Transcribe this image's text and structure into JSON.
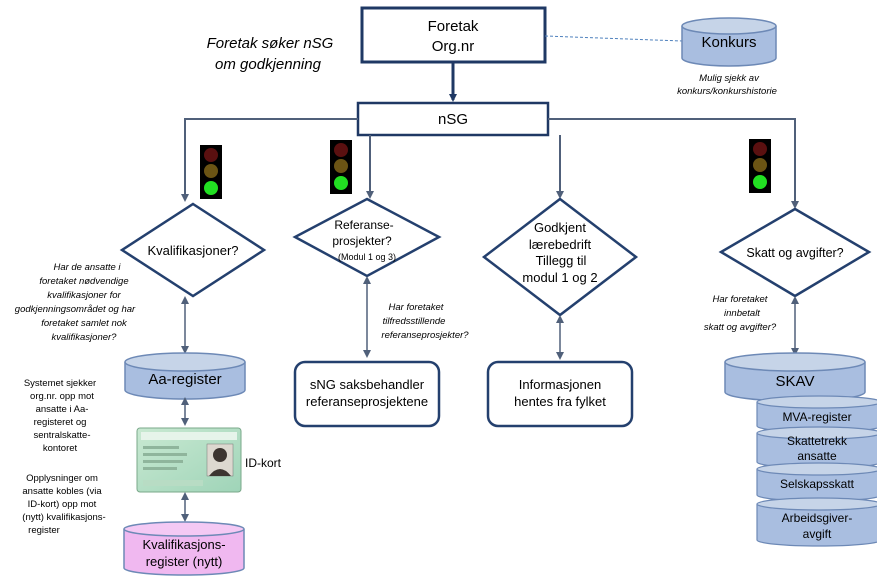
{
  "header": {
    "request_line1": "Foretak søker nSG",
    "request_line2": "om godkjenning",
    "foretak_line1": "Foretak",
    "foretak_line2": "Org.nr",
    "nsg": "nSG",
    "konkurs": "Konkurs",
    "konkurs_note_line1": "Mulig sjekk av",
    "konkurs_note_line2": "konkurs/konkurshistorie"
  },
  "col1": {
    "diamond": "Kvalifikasjoner?",
    "question": [
      "Har de ansatte i",
      "foretaket nødvendige",
      "kvalifikasjoner for",
      "godkjenningsområdet og har",
      "foretaket samlet nok",
      "kvalifikasjoner?"
    ],
    "register": "Aa-register",
    "system_note": [
      "Systemet sjekker",
      "org.nr. opp mot",
      "ansatte i Aa-",
      "registeret og",
      "sentralskatte-",
      "kontoret"
    ],
    "idcard_label": "ID-kort",
    "info_note": [
      "Opplysninger om",
      "ansatte kobles (via",
      "ID-kort) opp mot",
      "(nytt) kvalifikasjons-",
      "register"
    ],
    "kval_register_line1": "Kvalifikasjons-",
    "kval_register_line2": "register (nytt)"
  },
  "col2": {
    "diamond_line1": "Referanse-",
    "diamond_line2": "prosjekter?",
    "diamond_line3": "(Modul 1 og 3)",
    "question": [
      "Har foretaket",
      "tilfredsstillende",
      "referanseprosjekter?"
    ],
    "box_line1": "sNG saksbehandler",
    "box_line2": "referanseprosjektene"
  },
  "col3": {
    "diamond": [
      "Godkjent",
      "lærebedrift",
      "Tillegg til",
      "modul 1 og 2"
    ],
    "box_line1": "Informasjonen",
    "box_line2": "hentes fra fylket"
  },
  "col4": {
    "diamond": "Skatt og avgifter?",
    "question": [
      "Har foretaket",
      "innbetalt",
      "skatt og avgifter?"
    ],
    "skav": "SKAV",
    "registers": [
      "MVA-register",
      "Skattetrekk ansatte",
      "Selskapsskatt",
      "Arbeidsgiver-avgift"
    ],
    "reg_lines": [
      [
        "MVA-register"
      ],
      [
        "Skattetrekk",
        "ansatte"
      ],
      [
        "Selskapsskatt"
      ],
      [
        "Arbeidsgiver-",
        "avgift"
      ]
    ]
  },
  "colors": {
    "dark_blue": "#1f3864",
    "cylinder_top": "#c6d4e8",
    "cylinder_body": "#a9bee0",
    "cylinder_stroke": "#6d89b6",
    "kval_cylinder_top": "#f4c9f4",
    "kval_cylinder_body": "#f0b8f0",
    "box_border": "#24406e",
    "dashed_line": "#4f81bd",
    "light_red": "#5a1010",
    "light_yellow": "#6b5414",
    "light_green": "#22e022"
  },
  "icons": [
    "traffic-light-icon",
    "id-card-icon"
  ]
}
